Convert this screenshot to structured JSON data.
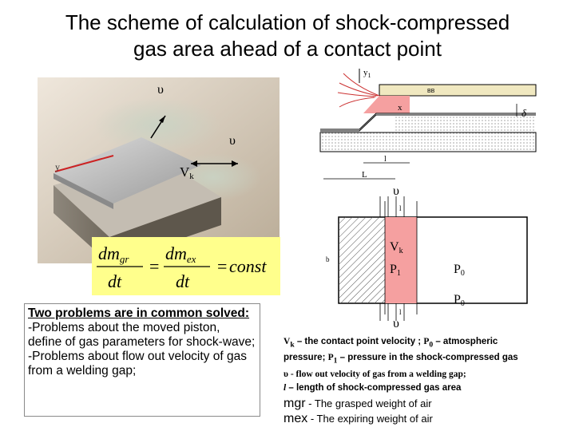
{
  "title": {
    "line1": "The scheme of  calculation of shock-compressed",
    "line2": "gas area ahead of a contact point"
  },
  "photo": {
    "label_v_top": "υ",
    "label_v_right": "υ",
    "label_vk": "V",
    "label_vk_sub": "k",
    "label_y": "y"
  },
  "formula": {
    "dm": "dm",
    "gr": "gr",
    "ex": "ex",
    "dt": "dt",
    "equals1": "=",
    "equals2": "=",
    "const": "const"
  },
  "problems": {
    "heading": "Two problems are in common solved:",
    "line1": "-Problems about the moved piston, define of gas parameters for shock-wave;",
    "line2": "-Problems about flow out velocity of gas from a welding gap;"
  },
  "diagram_top": {
    "y1": "y",
    "y1_sub": "1",
    "bb": "BB",
    "x": "x",
    "delta": "δ",
    "l": "l",
    "L": "L"
  },
  "diagram_bottom": {
    "v_top": "υ",
    "v_bottom": "υ",
    "vk": "V",
    "vk_sub": "k",
    "p1": "P",
    "p1_sub": "1",
    "p0a": "P",
    "p0a_sub": "0",
    "p0b": "P",
    "p0b_sub": "0",
    "l_top": "l",
    "l_bottom": "l",
    "b": "b"
  },
  "legend": {
    "line1": "V",
    "line1_sub": "k",
    "line1_rest": " – the contact point velocity ; ",
    "line1_p0": "P",
    "line1_p0_sub": "0",
    "line1_end": " – atmospheric",
    "line2": "pressure; ",
    "line2_p1": "P",
    "line2_p1_sub": "1",
    "line2_end": " – pressure in the shock-compressed gas",
    "line3": "υ - flow out velocity of gas from a welding gap;",
    "line4_l": "l",
    "line4": " – length of shock-compressed gas area",
    "mgr": "mgr",
    "mgr_rest": " - The grasped weight of air",
    "mex": "mex",
    "mex_rest": " - The expiring  weight of air"
  },
  "colors": {
    "formula_bg": "#ffff8c",
    "shock_area": "#f5a0a0",
    "hatch": "#555555",
    "plate_top": "#f0e8c0"
  }
}
